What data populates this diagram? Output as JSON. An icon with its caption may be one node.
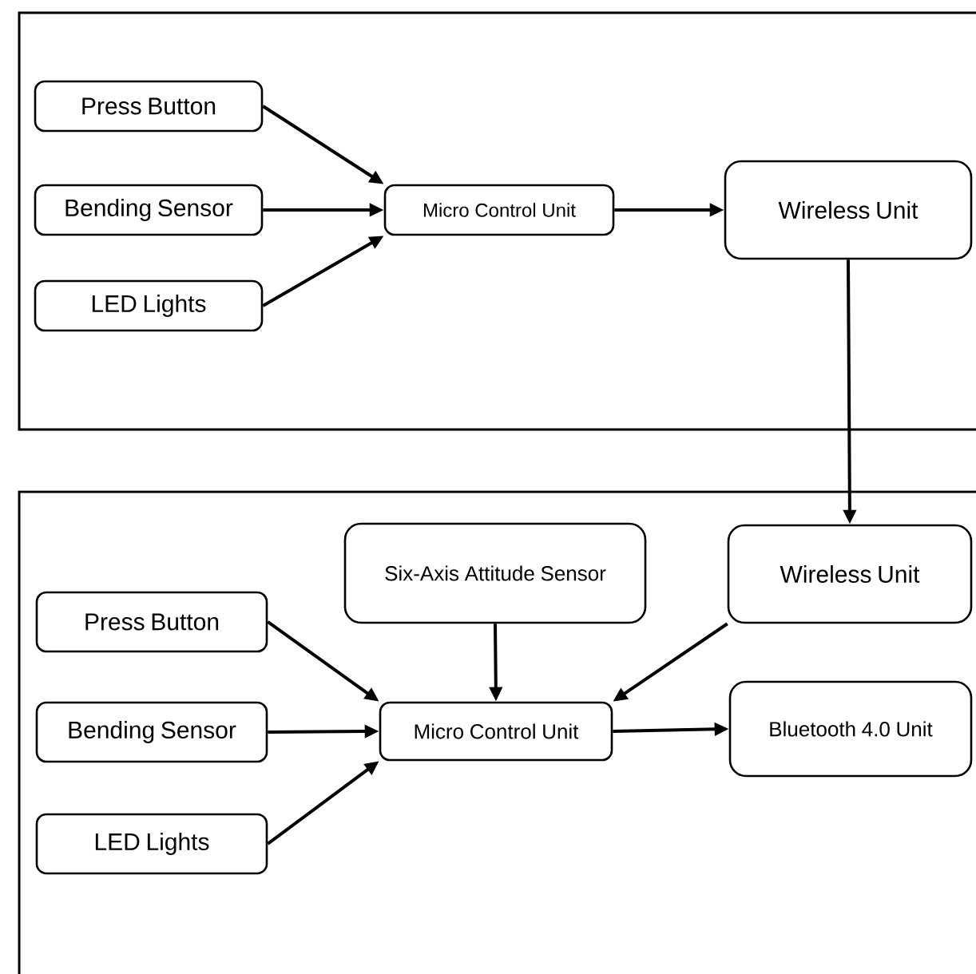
{
  "diagram": {
    "nodes": [
      {
        "text": [],
        "shape": "box"
      },
      {
        "text": [
          "Press Button"
        ],
        "in": 0
      },
      {
        "text": [
          "Bending Sensor"
        ],
        "in": 0
      },
      {
        "text": [
          "LED Lights"
        ],
        "in": 0
      },
      {
        "text": [
          "Micro Control Unit"
        ],
        "in": 0
      },
      {
        "text": [
          "Wireless Unit"
        ],
        "in": 0
      },
      {
        "text": [],
        "shape": "box"
      },
      {
        "text": [
          "Six-Axis Attitude Sensor"
        ],
        "in": 6
      },
      {
        "text": [
          "Wireless Unit"
        ],
        "in": 6
      },
      {
        "text": [
          "Press Button"
        ],
        "in": 6
      },
      {
        "text": [
          "Bending Sensor"
        ],
        "in": 6
      },
      {
        "text": [
          "LED Lights"
        ],
        "in": 6
      },
      {
        "text": [
          "Micro Control Unit"
        ],
        "in": 6
      },
      {
        "text": [
          "Bluetooth 4.0 Unit"
        ],
        "in": 6
      }
    ],
    "edges": [
      {
        "from": 1,
        "to": 4,
        "arrow": "to"
      },
      {
        "from": 2,
        "to": 4,
        "arrow": "to"
      },
      {
        "from": 3,
        "to": 4,
        "arrow": "to"
      },
      {
        "from": 4,
        "to": 5,
        "arrow": "to"
      },
      {
        "from": 5,
        "to": 8,
        "arrow": "to"
      },
      {
        "from": 7,
        "to": 12,
        "arrow": "to"
      },
      {
        "from": 8,
        "to": 12,
        "arrow": "to"
      },
      {
        "from": 9,
        "to": 12,
        "arrow": "to"
      },
      {
        "from": 10,
        "to": 12,
        "arrow": "to"
      },
      {
        "from": 11,
        "to": 12,
        "arrow": "to"
      },
      {
        "from": 12,
        "to": 13,
        "arrow": "to"
      }
    ]
  }
}
